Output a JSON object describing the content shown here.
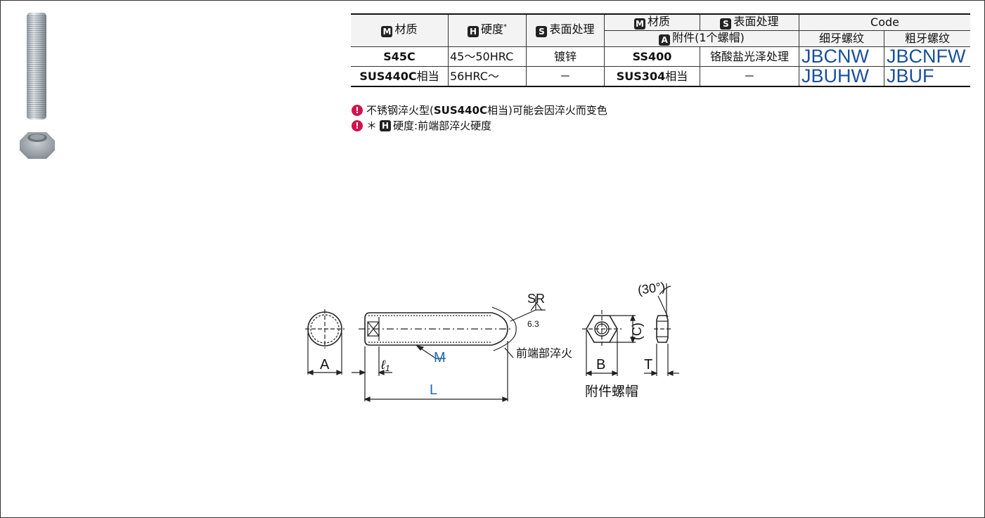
{
  "table": {
    "headers": {
      "material": "材质",
      "hardness": "硬度",
      "hardness_star": "*",
      "surface": "表面处理",
      "nut_material": "材质",
      "nut_surface": "表面处理",
      "accessory": "附件(1个螺帽)",
      "code": "Code",
      "fine": "细牙螺纹",
      "coarse": "粗牙螺纹"
    },
    "badges": {
      "m": "M",
      "h": "H",
      "s": "S",
      "a": "A"
    },
    "rows": [
      {
        "material": "S45C",
        "hardness": "45～50HRC",
        "surface": "镀锌",
        "nut_material": "SS400",
        "nut_surface": "铬酸盐光泽处理",
        "fine": "JBCNW",
        "coarse": "JBCNFW"
      },
      {
        "material": "SUS440C",
        "material_suffix": "相当",
        "hardness": "56HRC～",
        "surface": "－",
        "nut_material": "SUS304",
        "nut_material_suffix": "相当",
        "nut_surface": "－",
        "fine": "JBUHW",
        "coarse": "JBUF"
      }
    ]
  },
  "notes": {
    "note1_pre": "不锈钢淬火型(",
    "note1_bold": "SUS440C",
    "note1_post": "相当)可能会因淬火而变色",
    "note2_star": "＊",
    "note2_badge": "H",
    "note2_text": "硬度:前端部淬火硬度",
    "alert_glyph": "!"
  },
  "drawing": {
    "labels": {
      "A": "A",
      "l1_l": "ℓ",
      "l1_sub": "1",
      "M": "M",
      "L": "L",
      "SR": "SR",
      "sr_val": "6.3",
      "tip": "前端部淬火",
      "B": "B",
      "C": "(C)",
      "T": "T",
      "angle": "(30°)",
      "nut": "附件螺帽"
    },
    "colors": {
      "accent": "#1a6fb5",
      "line": "#222222"
    }
  }
}
